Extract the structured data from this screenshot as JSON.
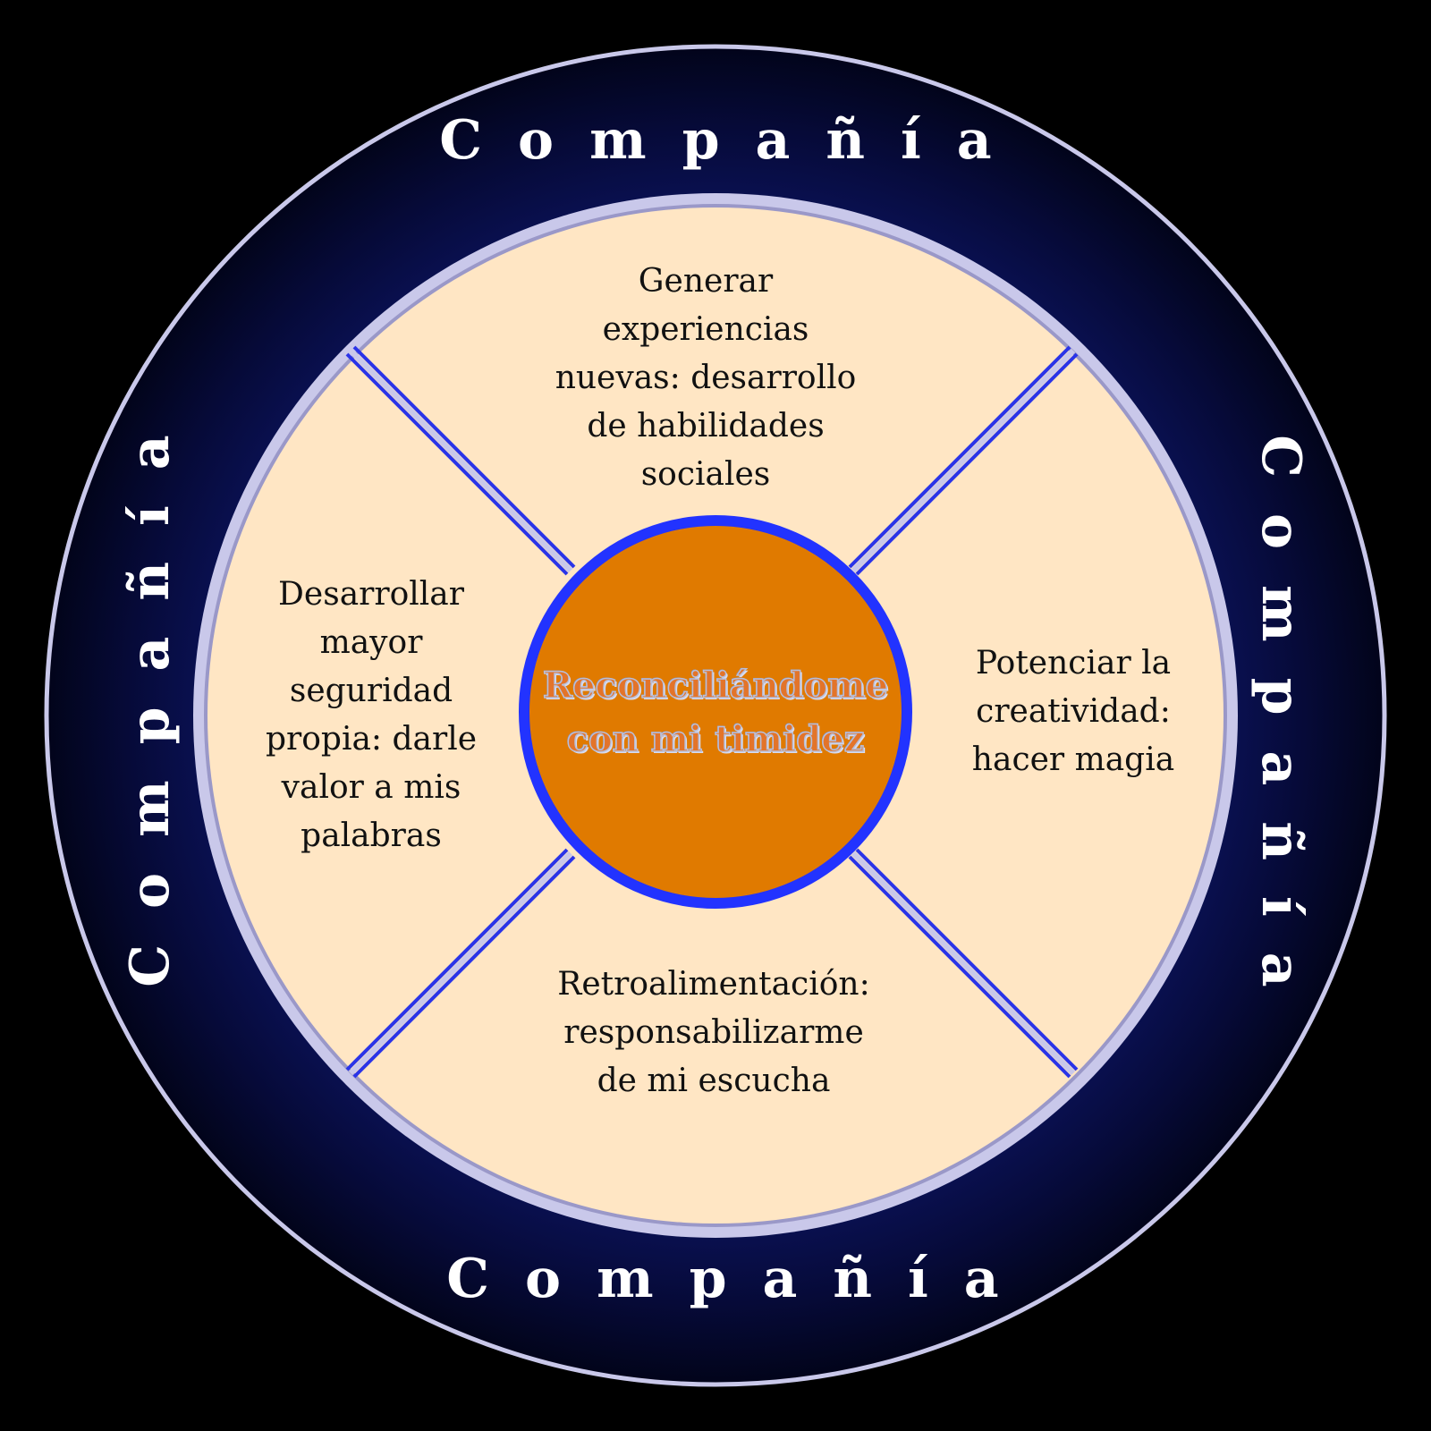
{
  "diagram": {
    "ring_label": "Compañía",
    "center": {
      "line1": "Reconciliándome",
      "line2": "con mi timidez"
    },
    "segments": {
      "top": [
        "Generar",
        "experiencias",
        "nuevas: desarrollo",
        "de habilidades",
        "sociales"
      ],
      "left": [
        "Desarrollar",
        "mayor",
        "seguridad",
        "propia: darle",
        "valor a mis",
        "palabras"
      ],
      "right": [
        "Potenciar la",
        "creatividad:",
        "hacer magia"
      ],
      "bottom": [
        "Retroalimentación:",
        "responsabilizarme",
        "de mi escucha"
      ]
    }
  },
  "colors": {
    "background": "#000000",
    "outer_ring_dark": "#0a0f3d",
    "outer_ring_light": "#c9c8ea",
    "segment_fill": "#ffe6c4",
    "divider_blue": "#2a34e8",
    "center_fill": "#e07a00",
    "center_stroke": "#2233ff"
  }
}
